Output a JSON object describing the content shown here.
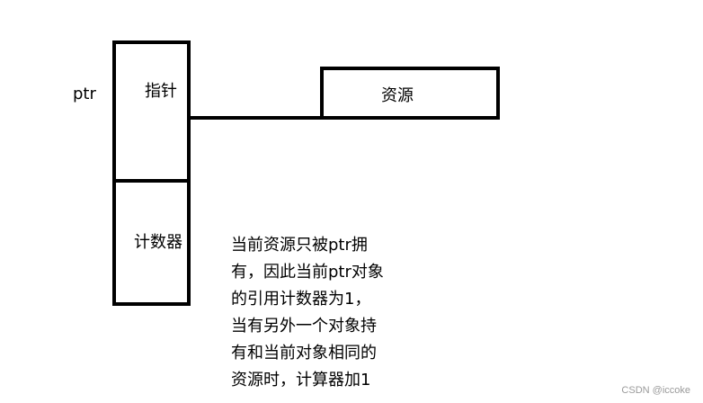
{
  "diagram": {
    "ptr_label": "ptr",
    "pointer_cell_label": "指针",
    "counter_cell_label": "计数器",
    "resource_label": "资源",
    "description_lines": [
      "当前资源只被ptr拥",
      "有，因此当前ptr对象",
      "的引用计数器为1，",
      "当有另外一个对象持",
      "有和当前对象相同的",
      "资源时，计算器加1"
    ]
  },
  "watermark": "CSDN @iccoke"
}
